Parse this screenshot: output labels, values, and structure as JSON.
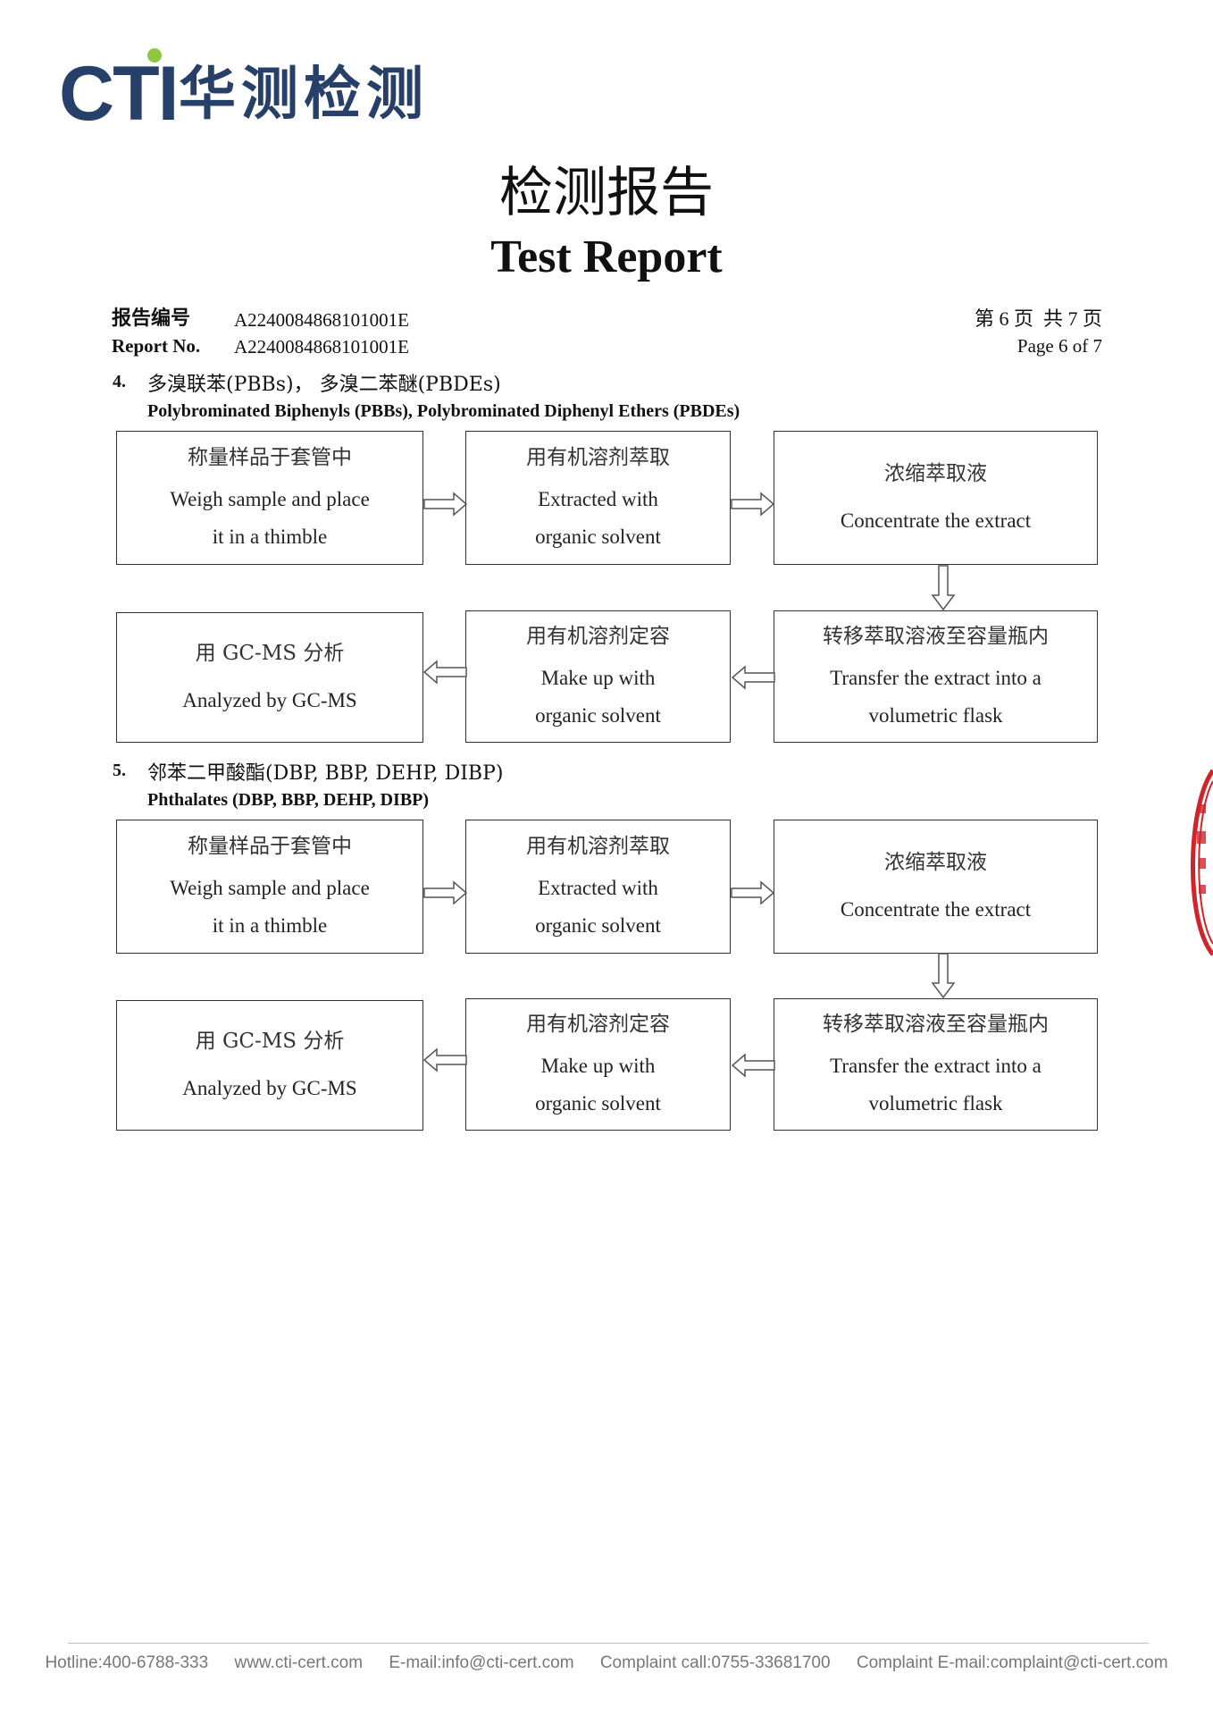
{
  "logo": {
    "cti": "CTI",
    "cn": "华测检测"
  },
  "title": {
    "cn": "检测报告",
    "en": "Test Report"
  },
  "report": {
    "no_label_cn": "报告编号",
    "no_label_en": "Report No.",
    "no_value_cn": "A2240084868101001E",
    "no_value_en": "A2240084868101001E",
    "page_cn": "第 6 页  共 7 页",
    "page_en": "Page 6 of 7"
  },
  "sections": [
    {
      "num": "4.",
      "title_cn": "多溴联苯(PBBs)， 多溴二苯醚(PBDEs)",
      "title_en": "Polybrominated Biphenyls (PBBs), Polybrominated Diphenyl Ethers (PBDEs)",
      "steps": [
        {
          "cn": "称量样品于套管中",
          "en1": "Weigh sample and place",
          "en2": "it in a thimble"
        },
        {
          "cn": "用有机溶剂萃取",
          "en1": "Extracted with",
          "en2": "organic solvent"
        },
        {
          "cn": "浓缩萃取液",
          "en1": "Concentrate the extract",
          "en2": ""
        },
        {
          "cn": "转移萃取溶液至容量瓶内",
          "en1": "Transfer the extract into a",
          "en2": "volumetric flask"
        },
        {
          "cn": "用有机溶剂定容",
          "en1": "Make up with",
          "en2": "organic solvent"
        },
        {
          "cn": "用 GC-MS 分析",
          "en1": "Analyzed by GC-MS",
          "en2": ""
        }
      ]
    },
    {
      "num": "5.",
      "title_cn": "邻苯二甲酸酯(DBP, BBP, DEHP, DIBP)",
      "title_en": "Phthalates (DBP, BBP, DEHP, DIBP)",
      "steps": [
        {
          "cn": "称量样品于套管中",
          "en1": "Weigh sample and place",
          "en2": "it in a thimble"
        },
        {
          "cn": "用有机溶剂萃取",
          "en1": "Extracted with",
          "en2": "organic solvent"
        },
        {
          "cn": "浓缩萃取液",
          "en1": "Concentrate the extract",
          "en2": ""
        },
        {
          "cn": "转移萃取溶液至容量瓶内",
          "en1": "Transfer the extract into a",
          "en2": "volumetric flask"
        },
        {
          "cn": "用有机溶剂定容",
          "en1": "Make up with",
          "en2": "organic solvent"
        },
        {
          "cn": "用 GC-MS 分析",
          "en1": "Analyzed by GC-MS",
          "en2": ""
        }
      ]
    }
  ],
  "footer": {
    "hotline": "Hotline:400-6788-333",
    "website": "www.cti-cert.com",
    "email": "E-mail:info@cti-cert.com",
    "complaint_call": "Complaint call:0755-33681700",
    "complaint_email": "Complaint E-mail:complaint@cti-cert.com"
  },
  "colors": {
    "logo_blue": "#27406a",
    "logo_green": "#8dc63f",
    "seal_red": "#d0232a"
  }
}
